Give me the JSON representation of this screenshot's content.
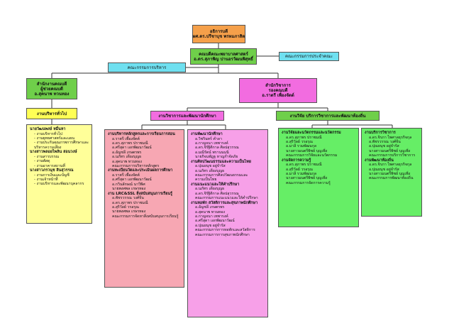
{
  "top": {
    "line1": "อธิการบดี",
    "line2": "ผศ.ดร.ปรีชาบุช  พรหมภาสิต"
  },
  "council": {
    "line1": "คณบดีคณะพยาบาลศาสตร์",
    "line2": "อ.ดร.สุภาพิญ  ปานอรวัฒนพิสุทธิ์"
  },
  "faculty_committee": "คณะกรรมการประจำคณะ",
  "admin_committee": "คณะกรรมการบริหาร",
  "office_left": {
    "line1": "สำนักงานคณบดี",
    "line2": "ผู้ช่วยคณบดี",
    "line3": "อ.สุคนาพ  ทวนทอง"
  },
  "office_right": {
    "line1": "สำนักวิชาการ",
    "line2": "รองคณบดี",
    "line3": "อ.ราตรี  เพื่องจัตต์"
  },
  "general_admin": "งานบริหารทั่วไป",
  "academic_header": "งานวิชาการและพัฒนานักศึกษา",
  "research_header": "งานวิจัย บริการวิชาการและพัฒนาท้องถิ่น",
  "yellow_list": [
    {
      "type": "h",
      "text": "นายวัฒนพงษ์  หมื่นหา"
    },
    {
      "type": "i",
      "text": "- งานบริหารทั่วไป"
    },
    {
      "type": "i",
      "text": "- งานยุทธศาสตร์และแผน"
    },
    {
      "type": "i",
      "text": "- งานประกันคุณภาพการศึกษาและ"
    },
    {
      "type": "i",
      "text": "  บริหารความเสี่ยง"
    },
    {
      "type": "h",
      "text": "นางสาวพลอยไพลิน  สอนวงษ์"
    },
    {
      "type": "i",
      "text": "- งานสารบรรณ"
    },
    {
      "type": "i",
      "text": "- งานพัสดุ"
    },
    {
      "type": "i",
      "text": "- งานอาคารสถานที่"
    },
    {
      "type": "h",
      "text": "นางสาวภรวนุช  สินสุวรรณ"
    },
    {
      "type": "i",
      "text": "- งานการเงินและบัญชี"
    },
    {
      "type": "i",
      "text": "- งานเจ้าหน้าที่"
    },
    {
      "type": "i",
      "text": "- งานบริหารและพัฒนาบุคลากร"
    }
  ],
  "academic_left_list": [
    {
      "type": "h",
      "text": "งานบริหารหลักสูตรและการเรียนการสอน"
    },
    {
      "type": "i",
      "text": "อ.ราตรี  เพื่องจัตต์"
    },
    {
      "type": "i",
      "text": "อ.ดร.สุภาพร  ปราชมณี"
    },
    {
      "type": "i",
      "text": "อ.ศรีสุดา  เอกพัฒนาวัฒน์"
    },
    {
      "type": "i",
      "text": "อ.อัญชลี  เกษตรพร"
    },
    {
      "type": "i",
      "text": "อ.นภัทร  เดียงบุญธ"
    },
    {
      "type": "i",
      "text": "อ.สุคนาพ  ทวนทอง"
    },
    {
      "type": "i",
      "text": "คณะกรรมการบริหารหลักสูตร"
    },
    {
      "type": "h",
      "text": "งานทะเบียนวัดและประเมินผลการศึกษา"
    },
    {
      "type": "i",
      "text": "อ.ราตรี  เพื่องจัตต์"
    },
    {
      "type": "i",
      "text": "อ.ศรีสุดา  เอกพัฒนาวัฒน์"
    },
    {
      "type": "i",
      "text": "อ.กวินลักษณ์  นาวีพิศ"
    },
    {
      "type": "i",
      "text": "นายพงศพล  เกษรทอง"
    },
    {
      "type": "h",
      "text": "งาน LRC&SSL สิ่งสนับสนุนการเรียนรู้"
    },
    {
      "type": "i",
      "text": "อ.พัชรวรรณ  วงศ์จีน"
    },
    {
      "type": "i",
      "text": "อ.ดร.สุภาพร  ปราชมณี"
    },
    {
      "type": "i",
      "text": "อ.สุริวัลย์  วรอรุณ"
    },
    {
      "type": "i",
      "text": "นายพงศพล  เกษรทอง"
    },
    {
      "type": "i",
      "text": "คณะกรรมการจัดหาสิ่งสนับสนุนการเรียนรู้"
    }
  ],
  "academic_right_list": [
    {
      "type": "h",
      "text": "งานพัฒนานักศึกษา"
    },
    {
      "type": "i",
      "text": "อ.วิชรินทร์  คำลา"
    },
    {
      "type": "i",
      "text": "อ.กาญจนา  เทพารงค์"
    },
    {
      "type": "i",
      "text": "อ.ดร.จิรัฐิติกาล  ศิลปสุวรรณ"
    },
    {
      "type": "i",
      "text": "อ.มณีรัตน์  พรานนนนิ"
    },
    {
      "type": "i",
      "text": "นายกิจนพัฎฐ  หาญกำจัดภัย"
    },
    {
      "type": "h",
      "text": "งานศิลปวัฒนธรรมและความเป็นไทย"
    },
    {
      "type": "i",
      "text": "อ.ปุณยนุช  อยู่จำรัส"
    },
    {
      "type": "i",
      "text": "อ.นภัทร  เดียงบุญธ"
    },
    {
      "type": "i",
      "text": "คณะกรรมการศิลปวัฒนธรรมและ"
    },
    {
      "type": "i",
      "text": "ความเป็นไทย"
    },
    {
      "type": "h",
      "text": "งานแนะแนวและให้คำปรึกษา"
    },
    {
      "type": "i",
      "text": "อ.นภัทร  เดียงบุญธ"
    },
    {
      "type": "i",
      "text": "อ.ดร.จิรัฐิติกาล  ศิลปสุวรรณ"
    },
    {
      "type": "i",
      "text": "คณะกรรมการแนะแนวและให้คำปรึกษา"
    },
    {
      "type": "h",
      "text": "งานหอพัก สวัสดิการและสุขภาพนักศึกษา"
    },
    {
      "type": "i",
      "text": "อ.อัญชลี  เกษตรพร"
    },
    {
      "type": "i",
      "text": "อ.สุคนาพ  ทวนทอง"
    },
    {
      "type": "i",
      "text": "อ.กาญจนา  เทพารงค์"
    },
    {
      "type": "i",
      "text": "อ.ศรีสุดา  เอกพัฒนาวัฒน์"
    },
    {
      "type": "i",
      "text": "อ.ปุณยนุช  อยู่จำรัส"
    },
    {
      "type": "i",
      "text": "คณะกรรมการการหอพักและสวัสดิการ"
    },
    {
      "type": "i",
      "text": "คณะกรรมการการสุขภาพนักศึกษา"
    }
  ],
  "research_left_list": [
    {
      "type": "h",
      "text": "งานวิจัยและนวัตกรรมและนวัตกรรม"
    },
    {
      "type": "i",
      "text": "อ.ดร.สุภาพร  ปราชมณี"
    },
    {
      "type": "i",
      "text": "อ.สุริวัลย์  วรอรุณ"
    },
    {
      "type": "i",
      "text": "อ.มาลี  รวมพัฒนกุล"
    },
    {
      "type": "i",
      "text": "นางสาวมนตรีพิชย์  บุญเพิ่ง"
    },
    {
      "type": "i",
      "text": "คณะกรรมการวิจัยและนวัตกรรม"
    },
    {
      "type": "h",
      "text": "งานจัดการความรู้"
    },
    {
      "type": "i",
      "text": "อ.ดร.สุภาพร  ปราชมณี"
    },
    {
      "type": "i",
      "text": "อ.สุริวัลย์  วรอรุณ"
    },
    {
      "type": "i",
      "text": "อ.มาลี  รวมพัฒนกุล"
    },
    {
      "type": "i",
      "text": "นางสาวมนตรีพิชย์  บุญเพิ่ง"
    },
    {
      "type": "i",
      "text": "คณะกรรมการจัดการความรู้"
    }
  ],
  "research_right_list": [
    {
      "type": "h",
      "text": "งานบริการวิชาการ"
    },
    {
      "type": "i",
      "text": "อ.ดร.จิรภา  ไพศาลธุรกิจกุล"
    },
    {
      "type": "i",
      "text": "อ.พัชรวรรณ  วงศ์จีน"
    },
    {
      "type": "i",
      "text": "อ.ปุณยนุช  อยู่จำรัส"
    },
    {
      "type": "i",
      "text": "นางสาวมนตรีพิชย์  บุญเพิ่ง"
    },
    {
      "type": "i",
      "text": "คณะกรรมการบริการวิชาการ"
    },
    {
      "type": "h",
      "text": "งานพัฒนาท้องถิ่น"
    },
    {
      "type": "i",
      "text": "อ.ดร.จิรภา  ไพศาลธุรกิจกุล"
    },
    {
      "type": "i",
      "text": "อ.ปุณยนุช  อยู่จำรัส"
    },
    {
      "type": "i",
      "text": "นางสาวมนตรีพิชย์  บุญเพิ่ง"
    },
    {
      "type": "i",
      "text": "คณะกรรมการพัฒนาท้องถิ่น"
    }
  ],
  "colors": {
    "orange": "#f5a04a",
    "green": "#6fcf4a",
    "cyan": "#6fe0f0",
    "yellow": "#ffff55",
    "pale_yellow": "#ffff99",
    "magenta": "#f26ce0",
    "pink": "#f7a7b3",
    "light_green": "#66ee66",
    "line": "#333333"
  }
}
